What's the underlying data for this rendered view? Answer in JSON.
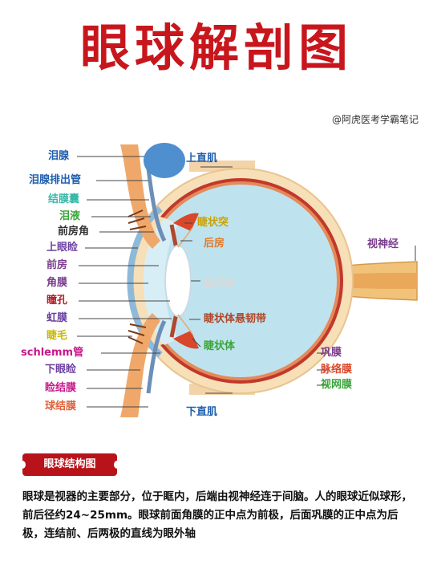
{
  "title": "眼球解剖图",
  "credit": "@阿虎医考学霸笔记",
  "labels": {
    "lacrimal_gland": "泪腺",
    "lacrimal_duct": "泪腺排出管",
    "conjunctival_sac": "结膜囊",
    "tears": "泪液",
    "anterior_chamber_angle": "前房角",
    "upper_eyelid": "上眼睑",
    "anterior_chamber": "前房",
    "cornea": "角膜",
    "pupil": "瞳孔",
    "iris": "虹膜",
    "eyelash": "睫毛",
    "schlemm": "schlemm管",
    "lower_eyelid": "下眼睑",
    "palpebral_conjunctiva": "睑结膜",
    "bulbar_conjunctiva": "球结膜",
    "superior_rectus": "上直肌",
    "ciliary_process": "睫状突",
    "posterior_chamber": "后房",
    "lens": "晶状体",
    "zonule": "睫状体悬韧带",
    "ciliary_body": "睫状体",
    "inferior_rectus": "下直肌",
    "optic_nerve": "视神经",
    "sclera": "巩膜",
    "choroid": "脉络膜",
    "retina": "视网膜"
  },
  "section": {
    "tag": "眼球结构图",
    "text": "眼球是视器的主要部分，位于眶内，后端由视神经连于间脑。人的眼球近似球形，前后径约24~25mm。眼球前面角膜的正中点为前极，后面巩膜的正中点为后极，连结前、后两极的直线为眼外轴"
  },
  "colors": {
    "title": "#c8161d",
    "tag_bg": "#b8131a",
    "vitreous": "#bfe3ee",
    "sclera": "#f5dcb4",
    "choroid": "#c0392b"
  }
}
